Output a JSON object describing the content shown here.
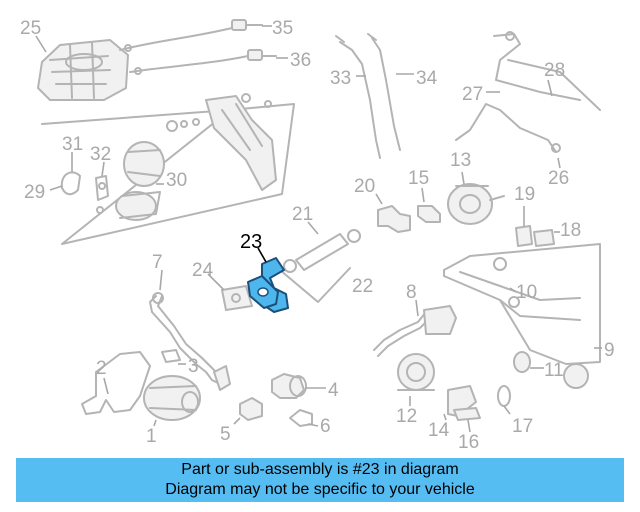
{
  "diagram": {
    "highlighted_part": "23",
    "callouts": [
      "1",
      "2",
      "3",
      "4",
      "5",
      "6",
      "7",
      "8",
      "9",
      "10",
      "11",
      "12",
      "13",
      "14",
      "15",
      "16",
      "17",
      "18",
      "19",
      "20",
      "21",
      "22",
      "23",
      "24",
      "25",
      "26",
      "27",
      "28",
      "29",
      "30",
      "31",
      "32",
      "33",
      "34",
      "35",
      "36"
    ]
  },
  "banner": {
    "line1": "Part or sub-assembly is #23 in diagram",
    "line2": "Diagram may not be specific to your vehicle"
  },
  "colors": {
    "highlight": "#4db6ec",
    "banner": "#55bdf2",
    "line_art": "#b4b4b4"
  }
}
